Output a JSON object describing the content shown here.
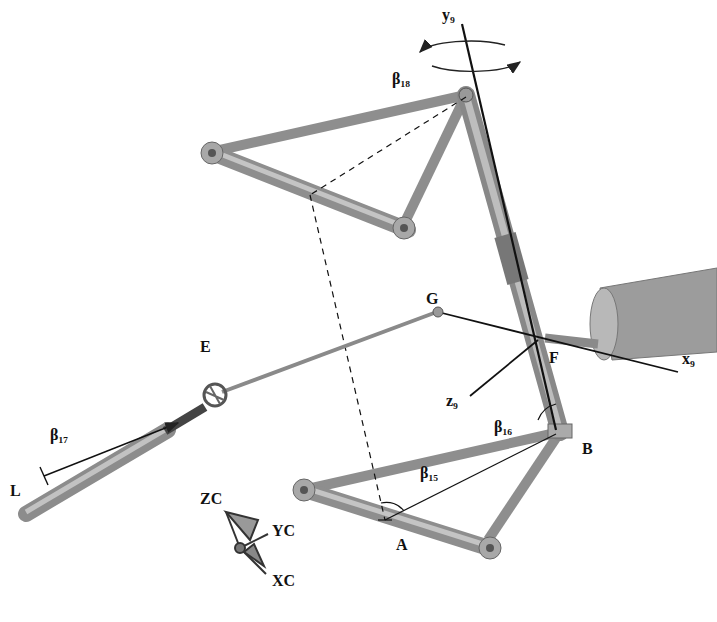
{
  "diagram": {
    "labels": [
      "y₉",
      "β₁₈",
      "G",
      "E",
      "F",
      "z₉",
      "x₉",
      "β₁₆",
      "B",
      "β₁₅",
      "A",
      "β₁₇",
      "L",
      "ZC",
      "YC",
      "XC"
    ]
  }
}
